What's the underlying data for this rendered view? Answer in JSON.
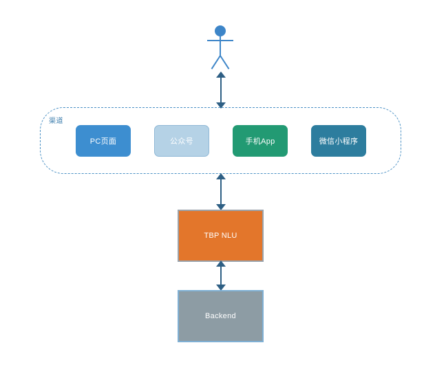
{
  "diagram": {
    "actor": {
      "name": "user-actor"
    },
    "channel_group": {
      "label": "渠道",
      "boxes": [
        {
          "id": "pc",
          "label": "PC页面",
          "color": "#3d8ed0"
        },
        {
          "id": "mp",
          "label": "公众号",
          "color": "#b5d2e6"
        },
        {
          "id": "app",
          "label": "手机App",
          "color": "#229a73"
        },
        {
          "id": "mini",
          "label": "微信小程序",
          "color": "#2d7d9e"
        }
      ]
    },
    "core_boxes": [
      {
        "id": "nlu",
        "label": "TBP NLU",
        "color": "#e3762b"
      },
      {
        "id": "backend",
        "label": "Backend",
        "color": "#8d9ca4"
      }
    ],
    "connectors": [
      {
        "id": "actor-to-channel",
        "from": "user-actor",
        "to": "渠道",
        "style": "double-arrow"
      },
      {
        "id": "channel-to-nlu",
        "from": "渠道",
        "to": "TBP NLU",
        "style": "double-arrow"
      },
      {
        "id": "nlu-to-backend",
        "from": "TBP NLU",
        "to": "Backend",
        "style": "double-arrow"
      }
    ],
    "arrow_color": "#2e5f84",
    "group_border_color": "#4a90c4"
  }
}
